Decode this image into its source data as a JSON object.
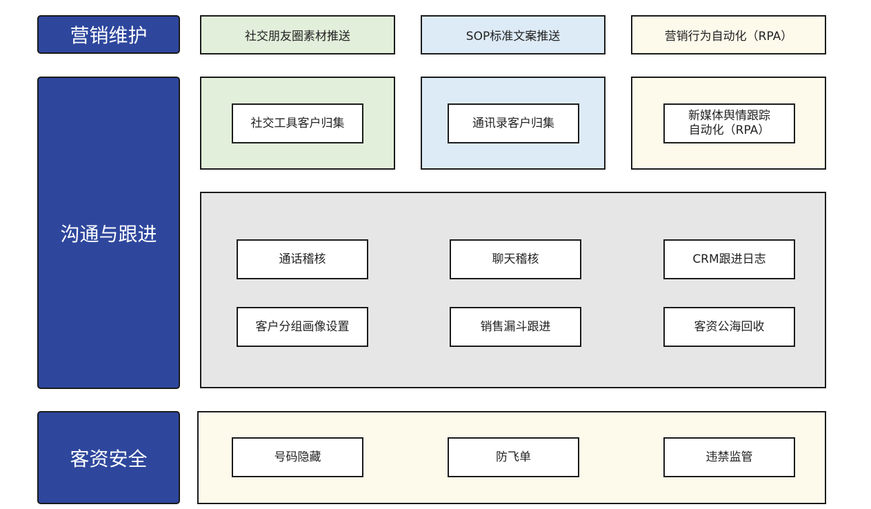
{
  "colors": {
    "category_bg": "#2e479d",
    "green_panel": "#e2efda",
    "blue_panel": "#ddebf7",
    "cream_panel": "#fdfaeb",
    "gray_panel": "#e6e6e6"
  },
  "marketing": {
    "title": "营销维护",
    "items": [
      "社交朋友圈素材推送",
      "SOP标准文案推送",
      "营销行为自动化（RPA）"
    ]
  },
  "communication": {
    "title": "沟通与跟进",
    "collect_items": [
      "社交工具客户归集",
      "通讯录客户归集",
      "新媒体舆情跟踪\n自动化（RPA）"
    ],
    "process_items": [
      "通话稽核",
      "聊天稽核",
      "CRM跟进日志",
      "客户分组画像设置",
      "销售漏斗跟进",
      "客资公海回收"
    ]
  },
  "security": {
    "title": "客资安全",
    "items": [
      "号码隐藏",
      "防飞单",
      "违禁监管"
    ]
  }
}
